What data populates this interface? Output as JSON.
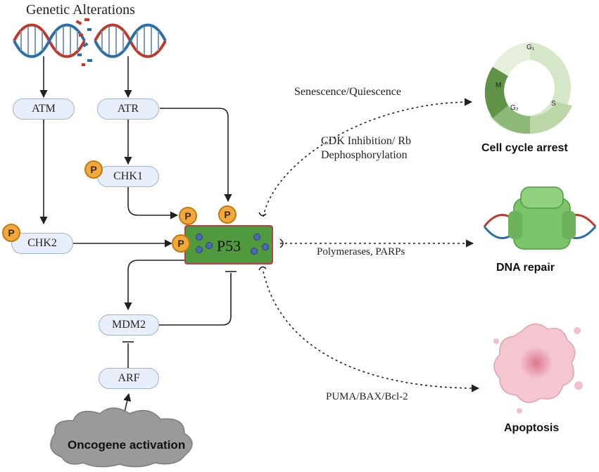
{
  "title": "Genetic Alterations",
  "nodes": {
    "atm": "ATM",
    "atr": "ATR",
    "chk1": "CHK1",
    "chk2": "CHK2",
    "p53": "P53",
    "mdm2": "MDM2",
    "arf": "ARF"
  },
  "phospho_label": "P",
  "oncogene": "Oncogene activation",
  "pathways": {
    "senescence": "Senescence/Quiescence",
    "cdk_line1": "CDK Inhibition/ Rb",
    "cdk_line2": "Dephosphorylation",
    "polymerases": "Polymerases, PARPs",
    "puma": "PUMA/BAX/Bcl-2"
  },
  "outcomes": {
    "cell_cycle": "Cell cycle arrest",
    "dna_repair": "DNA repair",
    "apoptosis": "Apoptosis"
  },
  "cell_cycle_phases": {
    "g1": "G₁",
    "s": "S",
    "g2": "G₂",
    "m": "M"
  },
  "colors": {
    "node_fill": "#e9effa",
    "node_border": "#9fb2cf",
    "p53_fill": "#4e9a3c",
    "p53_border": "#b8404a",
    "phospho": "#f2a93b",
    "dna_red": "#c0392b",
    "dna_blue": "#2c6fa8"
  }
}
